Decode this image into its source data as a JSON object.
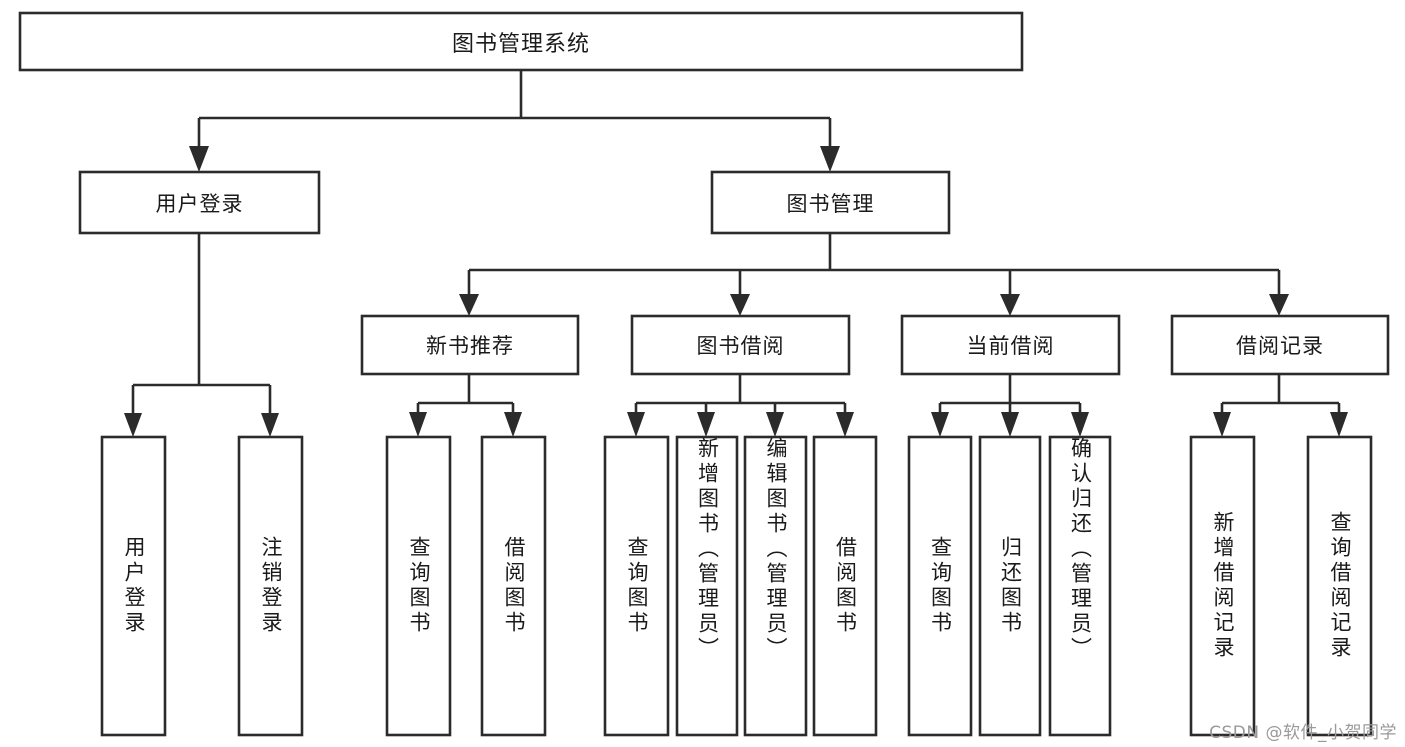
{
  "diagram": {
    "kind": "tree-hierarchy-chart",
    "root": {
      "id": "root",
      "label": "图书管理系统",
      "orientation": "horizontal"
    },
    "level2": [
      {
        "id": "user-login",
        "label": "用户登录",
        "orientation": "horizontal"
      },
      {
        "id": "book-manage",
        "label": "图书管理",
        "orientation": "horizontal"
      }
    ],
    "level3": [
      {
        "id": "new-book-recommend",
        "label": "新书推荐",
        "orientation": "horizontal",
        "parent": "book-manage"
      },
      {
        "id": "book-borrow",
        "label": "图书借阅",
        "orientation": "horizontal",
        "parent": "book-manage"
      },
      {
        "id": "current-borrow",
        "label": "当前借阅",
        "orientation": "horizontal",
        "parent": "book-manage"
      },
      {
        "id": "borrow-record",
        "label": "借阅记录",
        "orientation": "horizontal",
        "parent": "book-manage"
      }
    ],
    "leaves": [
      {
        "id": "leaf-user-login",
        "label": "用户登录",
        "orientation": "vertical",
        "parent": "user-login"
      },
      {
        "id": "leaf-logout-login",
        "label": "注销登录",
        "orientation": "vertical",
        "parent": "user-login"
      },
      {
        "id": "leaf-query-book-1",
        "label": "查询图书",
        "orientation": "vertical",
        "parent": "new-book-recommend"
      },
      {
        "id": "leaf-borrow-book-1",
        "label": "借阅图书",
        "orientation": "vertical",
        "parent": "new-book-recommend"
      },
      {
        "id": "leaf-query-book-2",
        "label": "查询图书",
        "orientation": "vertical",
        "parent": "book-borrow"
      },
      {
        "id": "leaf-add-book",
        "label": "新增图书（管理员）",
        "orientation": "vertical",
        "parent": "book-borrow"
      },
      {
        "id": "leaf-edit-book",
        "label": "编辑图书（管理员）",
        "orientation": "vertical",
        "parent": "book-borrow"
      },
      {
        "id": "leaf-borrow-book-2",
        "label": "借阅图书",
        "orientation": "vertical",
        "parent": "book-borrow"
      },
      {
        "id": "leaf-query-book-3",
        "label": "查询图书",
        "orientation": "vertical",
        "parent": "current-borrow"
      },
      {
        "id": "leaf-return-book",
        "label": "归还图书",
        "orientation": "vertical",
        "parent": "current-borrow"
      },
      {
        "id": "leaf-confirm-return",
        "label": "确认归还（管理员）",
        "orientation": "vertical",
        "parent": "current-borrow"
      },
      {
        "id": "leaf-add-record",
        "label": "新增借阅记录",
        "orientation": "vertical",
        "parent": "borrow-record"
      },
      {
        "id": "leaf-query-record",
        "label": "查询借阅记录",
        "orientation": "vertical",
        "parent": "borrow-record"
      }
    ]
  },
  "watermark": {
    "text": "CSDN @软件_小贺同学"
  },
  "colors": {
    "stroke": "#2b2b2b",
    "box_fill": "#ffffff",
    "text": "#1a1a1a",
    "background": "#ffffff",
    "watermark": "#9a9a9a"
  }
}
